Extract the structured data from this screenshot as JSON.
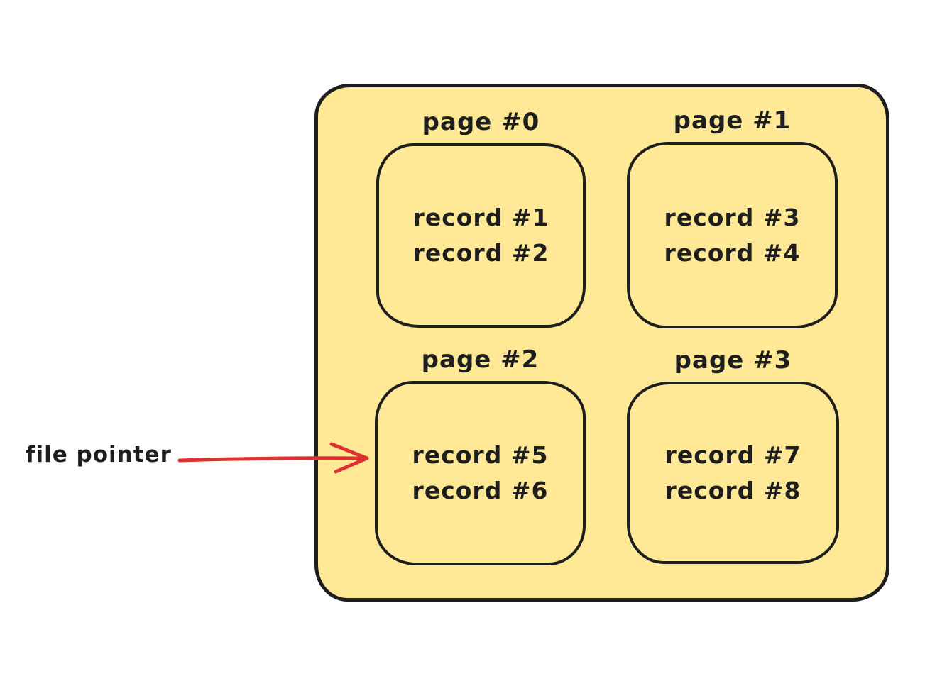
{
  "colors": {
    "container_fill": "#ffe996",
    "stroke": "#1e1e1e",
    "arrow": "#e03131"
  },
  "file_pointer": {
    "label": "file pointer"
  },
  "pages": [
    {
      "label": "page #0",
      "records": [
        "record #1",
        "record #2"
      ]
    },
    {
      "label": "page #1",
      "records": [
        "record #3",
        "record #4"
      ]
    },
    {
      "label": "page #2",
      "records": [
        "record #5",
        "record #6"
      ]
    },
    {
      "label": "page #3",
      "records": [
        "record #7",
        "record #8"
      ]
    }
  ]
}
